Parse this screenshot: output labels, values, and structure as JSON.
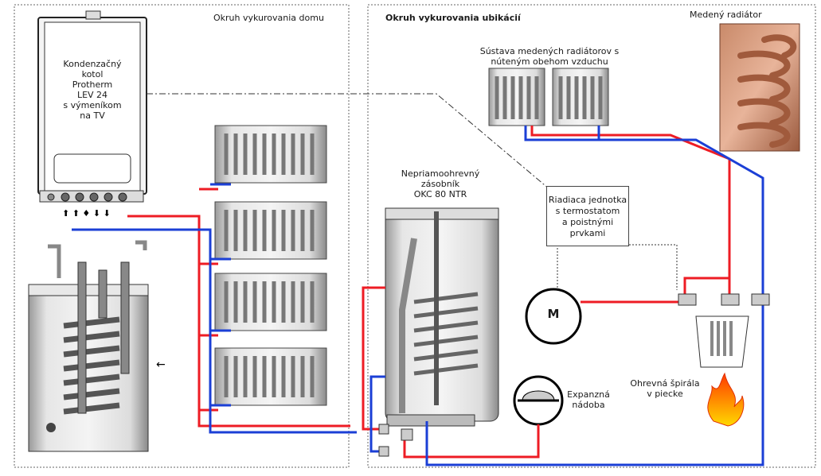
{
  "sections": {
    "house": "Okruh vykurovania domu",
    "rooms": "Okruh vykurovania ubikácií"
  },
  "boiler": {
    "line1": "Kondenzačný",
    "line2": "kotol",
    "line3": "Protherm",
    "line4": "LEV 24",
    "line5": "s výmeníkom",
    "line6": "na TV"
  },
  "copper_radiator": "Medený radiátor",
  "radiator_system": {
    "line1": "Sústava medených radiátorov s",
    "line2": "núteným obehom vzduchu"
  },
  "tank": {
    "line1": "Nepriamoohrevný",
    "line2": "zásobník",
    "line3": "OKC 80 NTR"
  },
  "control_unit": {
    "line1": "Riadiaca jednotka",
    "line2": "s termostatom",
    "line3": "a poistnými",
    "line4": "prvkami"
  },
  "motor": "M",
  "expansion": {
    "line1": "Expanzná",
    "line2": "nádoba"
  },
  "heating_coil": {
    "line1": "Ohrevná špirála",
    "line2": "v piecke"
  },
  "colors": {
    "hot": "#ee1c24",
    "cold": "#1b3fd6"
  }
}
